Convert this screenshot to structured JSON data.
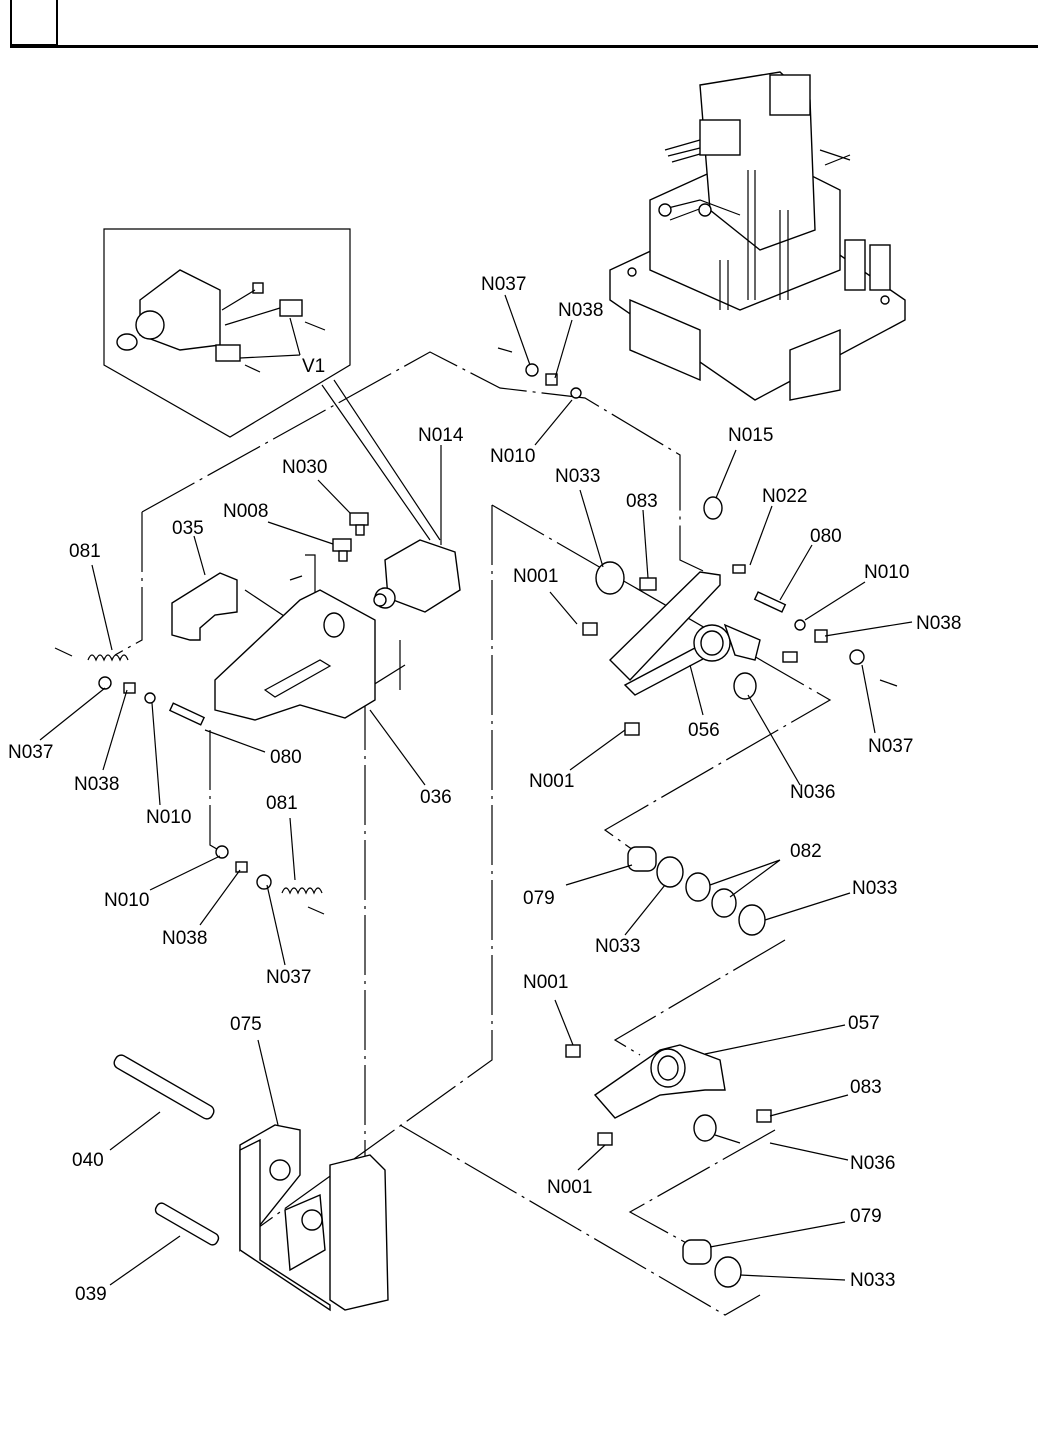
{
  "header": {
    "box_text": "",
    "title": ""
  },
  "diagram": {
    "type": "exploded-parts-view",
    "inset_label": "V1",
    "labels": [
      {
        "id": "N037_a",
        "text": "N037"
      },
      {
        "id": "N038_a",
        "text": "N038"
      },
      {
        "id": "N010_a",
        "text": "N010"
      },
      {
        "id": "N014",
        "text": "N014"
      },
      {
        "id": "N030",
        "text": "N030"
      },
      {
        "id": "N008",
        "text": "N008"
      },
      {
        "id": "035",
        "text": "035"
      },
      {
        "id": "081_a",
        "text": "081"
      },
      {
        "id": "N037_b",
        "text": "N037"
      },
      {
        "id": "N038_b",
        "text": "N038"
      },
      {
        "id": "N010_b",
        "text": "N010"
      },
      {
        "id": "080_a",
        "text": "080"
      },
      {
        "id": "036",
        "text": "036"
      },
      {
        "id": "081_b",
        "text": "081"
      },
      {
        "id": "N010_c",
        "text": "N010"
      },
      {
        "id": "N038_c",
        "text": "N038"
      },
      {
        "id": "N037_c",
        "text": "N037"
      },
      {
        "id": "N015",
        "text": "N015"
      },
      {
        "id": "N033_a",
        "text": "N033"
      },
      {
        "id": "083_a",
        "text": "083"
      },
      {
        "id": "N022",
        "text": "N022"
      },
      {
        "id": "080_b",
        "text": "080"
      },
      {
        "id": "N001_a",
        "text": "N001"
      },
      {
        "id": "N010_d",
        "text": "N010"
      },
      {
        "id": "N038_d",
        "text": "N038"
      },
      {
        "id": "056",
        "text": "056"
      },
      {
        "id": "N001_b",
        "text": "N001"
      },
      {
        "id": "N036_a",
        "text": "N036"
      },
      {
        "id": "N037_d",
        "text": "N037"
      },
      {
        "id": "082",
        "text": "082"
      },
      {
        "id": "079_a",
        "text": "079"
      },
      {
        "id": "N033_b",
        "text": "N033"
      },
      {
        "id": "N033_c",
        "text": "N033"
      },
      {
        "id": "N001_c",
        "text": "N001"
      },
      {
        "id": "057",
        "text": "057"
      },
      {
        "id": "083_b",
        "text": "083"
      },
      {
        "id": "N036_b",
        "text": "N036"
      },
      {
        "id": "N001_d",
        "text": "N001"
      },
      {
        "id": "079_b",
        "text": "079"
      },
      {
        "id": "N033_d",
        "text": "N033"
      },
      {
        "id": "075",
        "text": "075"
      },
      {
        "id": "040",
        "text": "040"
      },
      {
        "id": "039",
        "text": "039"
      }
    ]
  }
}
